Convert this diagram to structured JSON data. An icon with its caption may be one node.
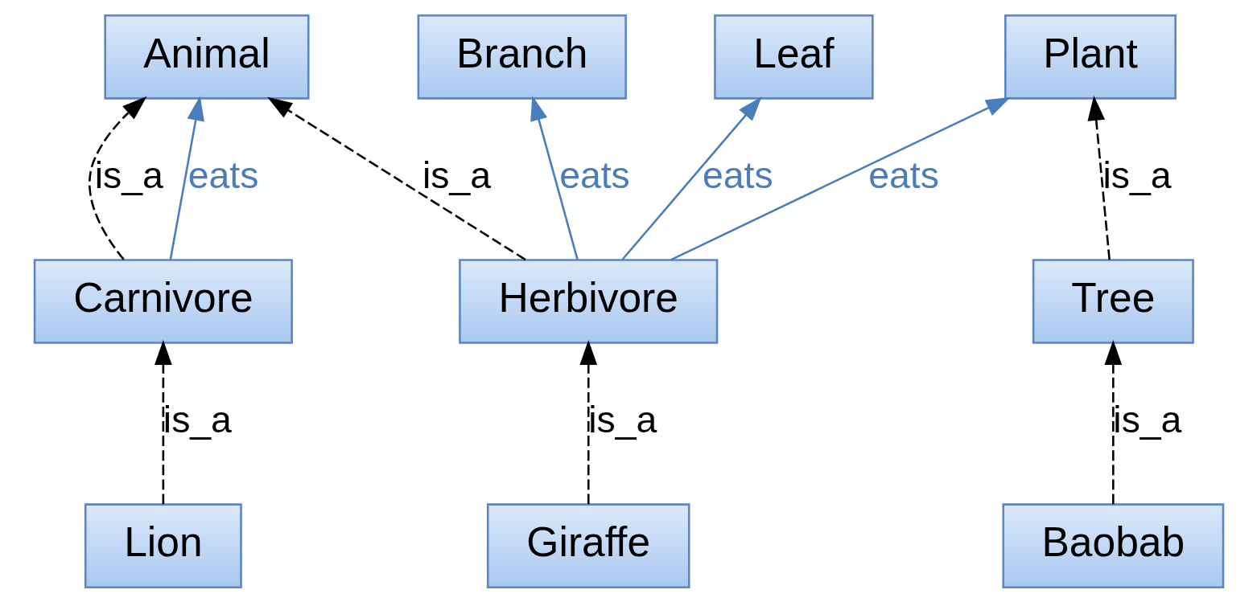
{
  "diagram": {
    "nodes": [
      {
        "text": [
          "Animal"
        ]
      },
      {
        "text": [
          "Plant"
        ]
      },
      {
        "text": [
          "Branch"
        ]
      },
      {
        "text": [
          "Leaf"
        ]
      },
      {
        "text": [
          "Carnivore"
        ]
      },
      {
        "text": [
          "Herbivore"
        ]
      },
      {
        "text": [
          "Tree"
        ]
      },
      {
        "text": [
          "Baobab"
        ]
      },
      {
        "text": [
          "Lion"
        ]
      },
      {
        "text": [
          "Giraffe"
        ]
      }
    ],
    "edges": [
      {
        "from": 4,
        "to": 0,
        "arrow": "to",
        "label": "eats",
        "color": "#4a7ebb"
      },
      {
        "from": 4,
        "to": 0,
        "arrow": "to",
        "label": "is_a",
        "style": "dashed"
      },
      {
        "from": 5,
        "to": 0,
        "arrow": "to",
        "label": "is_a",
        "style": "dashed"
      },
      {
        "from": 5,
        "to": 3,
        "arrow": "to",
        "label": "eats",
        "color": "#4a7ebb"
      },
      {
        "from": 5,
        "to": 2,
        "arrow": "to",
        "label": "eats",
        "color": "#4a7ebb"
      },
      {
        "from": 5,
        "to": 1,
        "arrow": "to",
        "label": "eats",
        "color": "#4a7ebb"
      },
      {
        "from": 6,
        "to": 1,
        "arrow": "to",
        "label": "is_a",
        "style": "dashed"
      },
      {
        "from": 7,
        "to": 6,
        "arrow": "to",
        "label": "is_a",
        "style": "dashed"
      },
      {
        "from": 8,
        "to": 4,
        "arrow": "to",
        "label": "is_a",
        "style": "dashed"
      },
      {
        "from": 9,
        "to": 5,
        "arrow": "to",
        "label": "is_a",
        "style": "dashed"
      }
    ]
  }
}
